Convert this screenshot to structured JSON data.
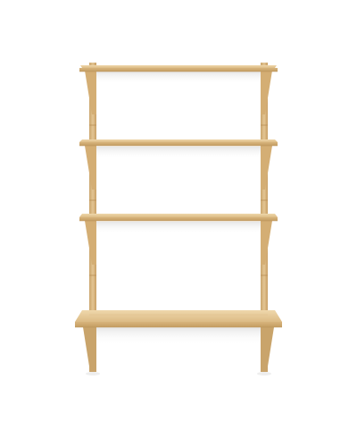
{
  "image": {
    "subject": "wall-shelf-with-desk",
    "shelf_count": 3,
    "desk_count": 1,
    "upright_count": 2
  },
  "colors": {
    "background": "#ffffff",
    "wood_light": "#e6c998",
    "wood_mid": "#d9b77f",
    "wood_dark": "#b88f56",
    "wood_edge": "#c9a46b",
    "shadow": "#e9e9e9"
  }
}
